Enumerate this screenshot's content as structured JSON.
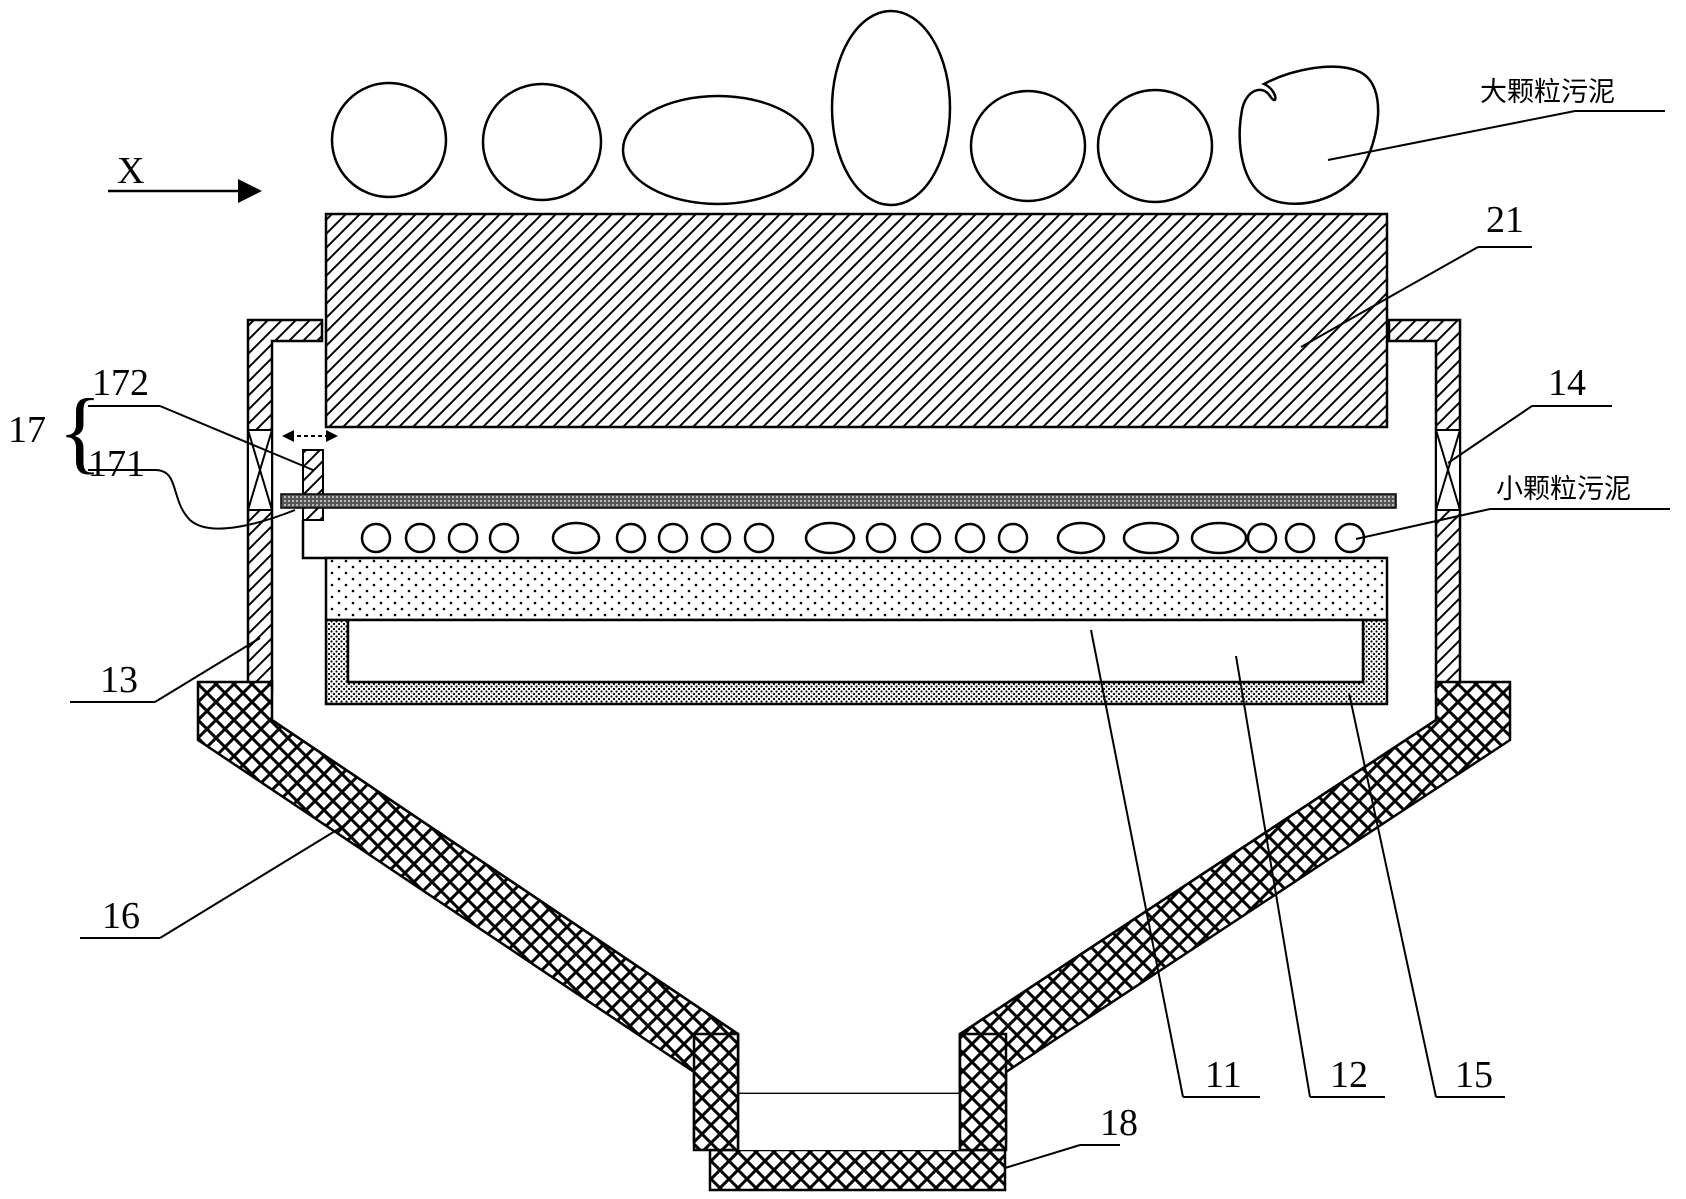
{
  "labels": {
    "direction": "X",
    "large_sludge": "大颗粒污泥",
    "small_sludge": "小颗粒污泥",
    "n21": "21",
    "n14": "14",
    "n17": "17",
    "n172": "172",
    "n171": "171",
    "n13": "13",
    "n16": "16",
    "n11": "11",
    "n12": "12",
    "n15": "15",
    "n18": "18"
  }
}
